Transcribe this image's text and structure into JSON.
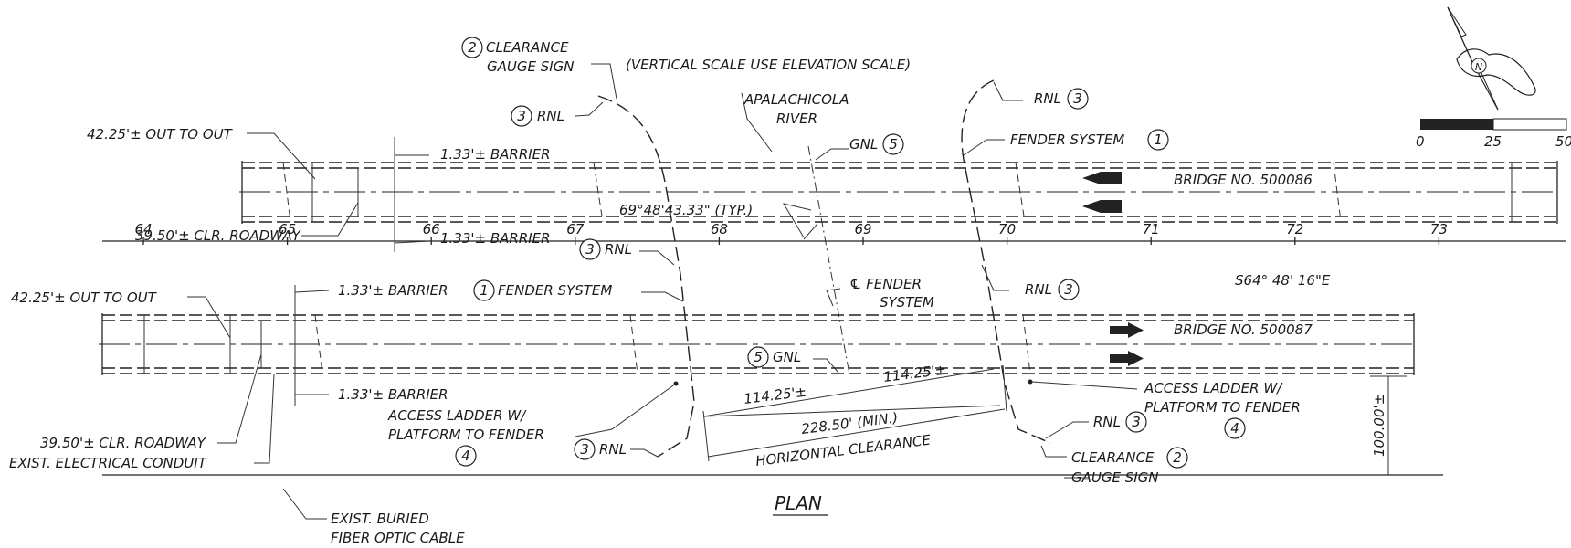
{
  "labels": {
    "clearance_sign_top_num": "2",
    "clearance_sign_top": "CLEARANCE",
    "gauge_sign_top": "GAUGE SIGN",
    "vertical_scale_note": "(VERTICAL SCALE USE ELEVATION SCALE)",
    "apalachicola": "APALACHICOLA",
    "river": "RIVER",
    "rnl": "RNL",
    "rnl_num": "3",
    "gnl": "GNL",
    "gnl_num": "5",
    "fender_system": "FENDER SYSTEM",
    "fender_num": "1",
    "out_to_out_top": "42.25'± OUT TO OUT",
    "out_to_out_bottom": "42.25'±   OUT TO OUT",
    "barrier": "1.33'± BARRIER",
    "clr_roadway": "39.50'± CLR. ROADWAY",
    "bridge_top": "BRIDGE NO. 500086",
    "bridge_bottom": "BRIDGE NO. 500087",
    "angle": "69°48'43.33\" (TYP.)",
    "bearing": "S64° 48' 16\"E",
    "cl_fender": "℄ FENDER",
    "cl_fender_2": "SYSTEM",
    "access_ladder_1": "ACCESS LADDER W/",
    "access_ladder_2": "PLATFORM TO FENDER",
    "access_num": "4",
    "dim_114_a": "114.25'±",
    "dim_114_b": "114.25'±",
    "dim_228": "228.50' (MIN.)",
    "horizontal_clearance": "HORIZONTAL CLEARANCE",
    "dim_100": "100.00'±",
    "clearance_sign_bottom": "CLEARANCE",
    "gauge_sign_bottom": "GAUGE SIGN",
    "electrical_conduit": "EXIST. ELECTRICAL CONDUIT",
    "buried_cable_1": "EXIST. BURIED",
    "buried_cable_2": "FIBER OPTIC CABLE",
    "plan": "PLAN"
  },
  "stations": [
    "64",
    "65",
    "66",
    "67",
    "68",
    "69",
    "70",
    "71",
    "72",
    "73"
  ],
  "scale_bar": {
    "ticks": [
      "0",
      "25",
      "50"
    ]
  },
  "north_arrow": {
    "letter": "N"
  }
}
